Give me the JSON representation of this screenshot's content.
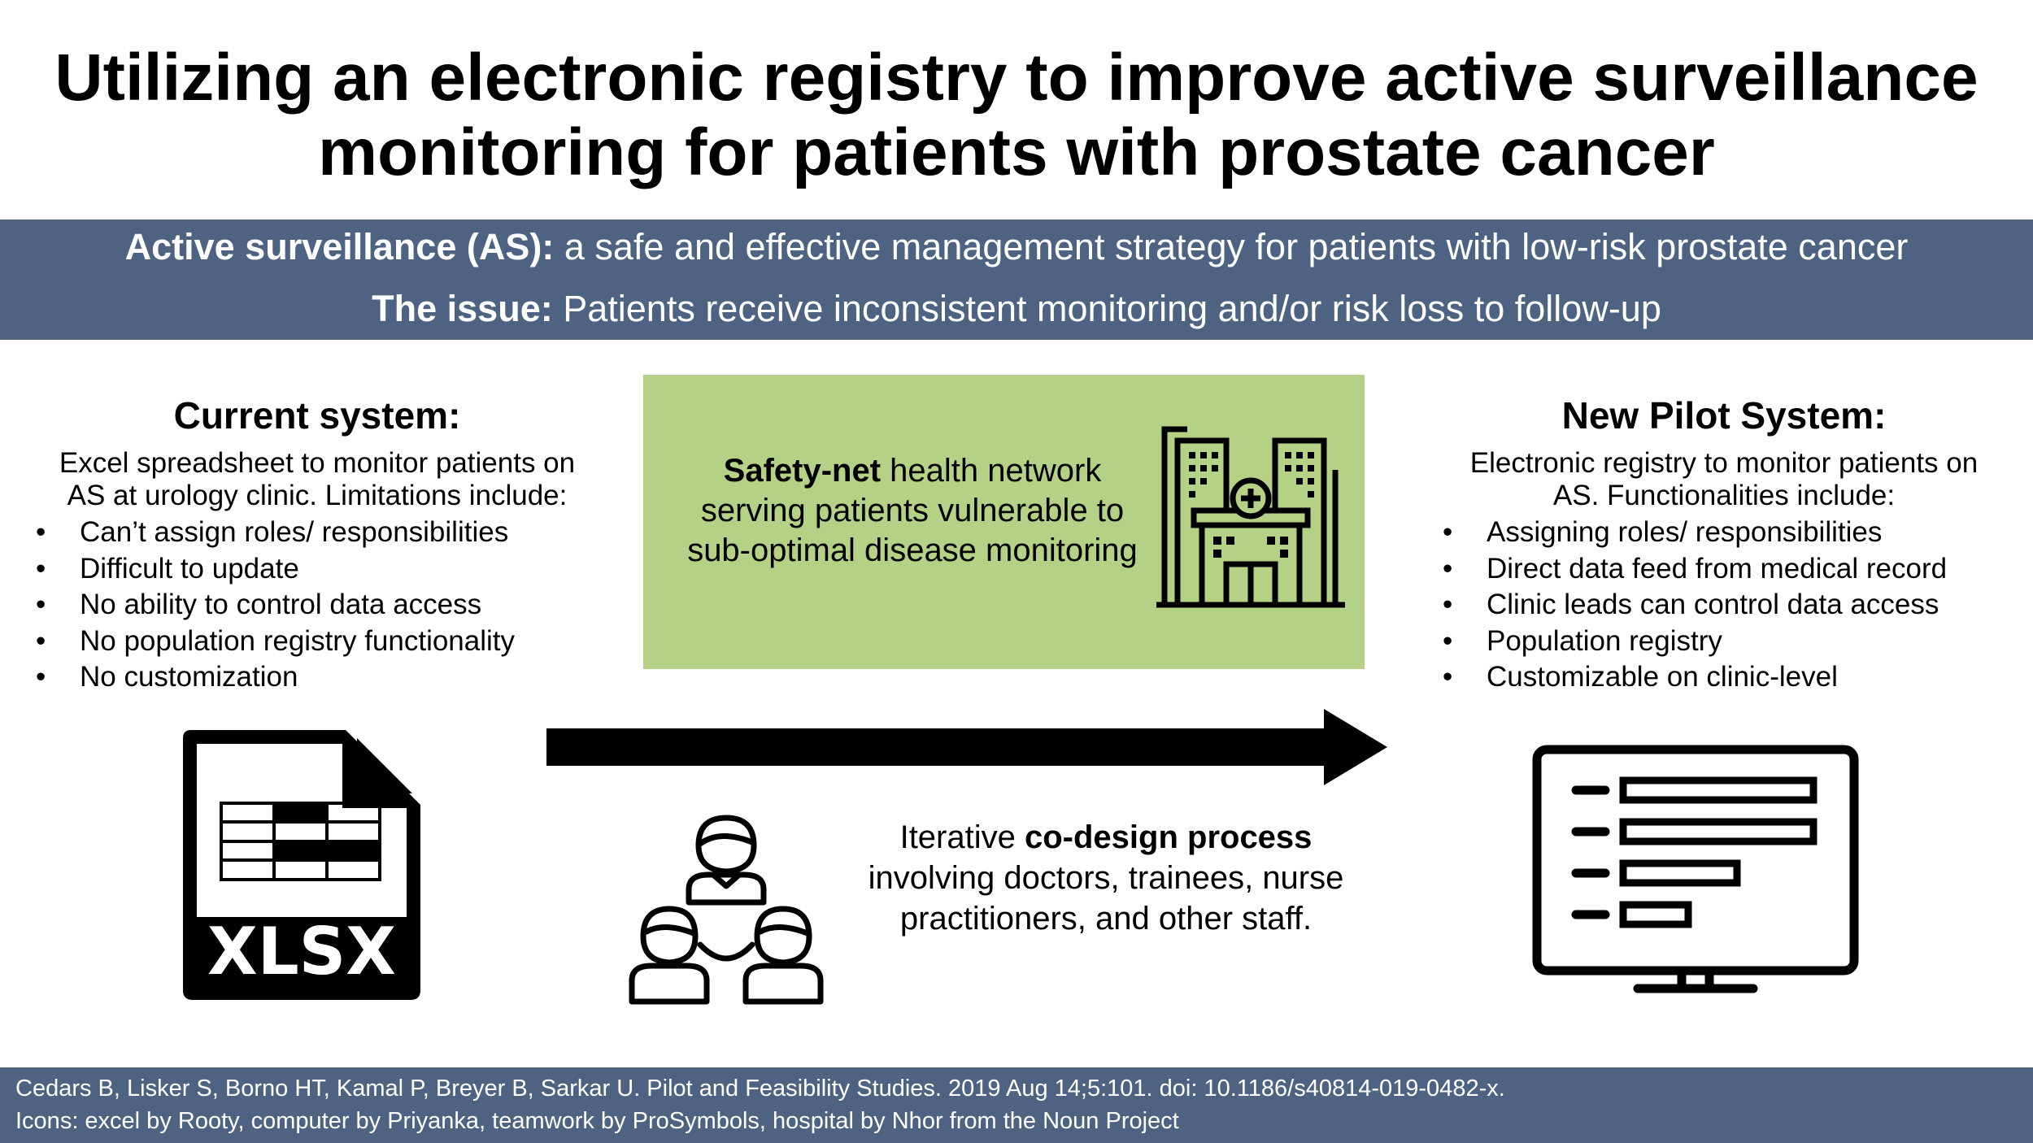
{
  "title": {
    "line1": "Utilizing an electronic registry to improve active surveillance",
    "line2": "monitoring for patients with prostate cancer"
  },
  "banner": {
    "as_label": "Active surveillance (AS):",
    "as_text": "a safe and effective management strategy for patients with low-risk prostate cancer",
    "issue_label": "The issue:",
    "issue_text": "Patients receive inconsistent monitoring and/or risk loss to follow-up"
  },
  "current_system": {
    "heading": "Current system:",
    "intro_line1": "Excel spreadsheet to monitor patients on",
    "intro_line2": "AS at urology clinic. Limitations include:",
    "bullets": [
      "Can’t assign roles/ responsibilities",
      "Difficult to update",
      "No ability to control data access",
      "No population registry functionality",
      "No customization"
    ],
    "file_icon_label": "XLSX"
  },
  "safety_net": {
    "bold": "Safety-net",
    "rest_line1": " health network",
    "line2": "serving patients vulnerable to",
    "line3": "sub-optimal disease monitoring"
  },
  "codesign": {
    "pre": "Iterative ",
    "bold": "co-design process",
    "line2": "involving doctors, trainees, nurse",
    "line3": "practitioners, and other staff."
  },
  "new_system": {
    "heading": "New Pilot System:",
    "intro_line1": "Electronic registry to monitor patients on",
    "intro_line2": "AS. Functionalities include:",
    "bullets": [
      "Assigning roles/ responsibilities",
      "Direct data feed from medical record",
      "Clinic leads can control data access",
      "Population registry",
      "Customizable on clinic-level"
    ]
  },
  "footer": {
    "citation": "Cedars B, Lisker S, Borno HT, Kamal P, Breyer B, Sarkar U. Pilot and Feasibility Studies. 2019 Aug 14;5:101. doi: 10.1186/s40814-019-0482-x.",
    "credits": "Icons: excel by Rooty, computer by Priyanka, teamwork by ProSymbols, hospital by Nhor from the Noun Project"
  },
  "icons": [
    "xlsx-file-icon",
    "hospital-icon",
    "teamwork-icon",
    "computer-registry-icon",
    "arrow-right-icon"
  ],
  "colors": {
    "band": "#4e6282",
    "green_box": "#b5d186"
  }
}
